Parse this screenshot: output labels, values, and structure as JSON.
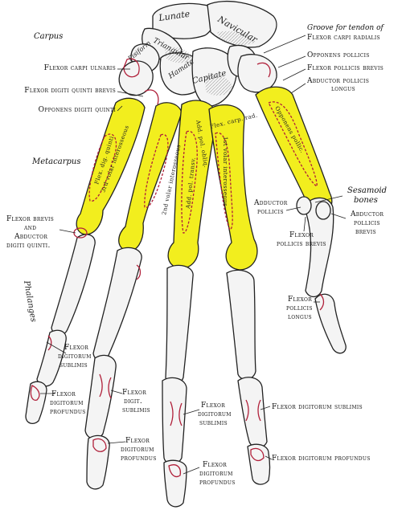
{
  "labels": {
    "carpus": "Carpus",
    "metacarpus": "Metacarpus",
    "phalanges": "Phalanges",
    "lunate": "Lunate",
    "navicular": "Navicular",
    "triangular": "Triangular",
    "pisiform": "Pisiform",
    "hamate": "Hamate",
    "capitate": "Capitate",
    "groove": "Groove for tendon of",
    "flexor_carpi_radialis": "Flexor carpi radialis",
    "opponens_pollicis": "Opponens pollicis",
    "flexor_pollicis_brevis_top": "Flexor pollicis brevis",
    "abductor_pollicis_longus_1": "Abductor pollicis",
    "abductor_pollicis_longus_2": "longus",
    "flexor_carpi_ulnaris": "Flexor carpi ulnaris",
    "flexor_digiti_quinti_brevis": "Flexor digiti quinti brevis",
    "opponens_digiti_quinti": "Opponens digiti quinti",
    "sesamoid_1": "Sesamoid",
    "sesamoid_2": "bones",
    "adductor_pollicis_1": "Adductor",
    "adductor_pollicis_2": "pollicis",
    "abductor_pollicis_brevis_1": "Abductor",
    "abductor_pollicis_brevis_2": "pollicis",
    "abductor_pollicis_brevis_3": "brevis",
    "flexor_pollicis_brevis_mid_1": "Flexor",
    "flexor_pollicis_brevis_mid_2": "pollicis brevis",
    "flexor_brevis_1": "Flexor brevis",
    "flexor_brevis_2": "and",
    "flexor_brevis_3": "Abductor",
    "flexor_brevis_4": "digiti quinti.",
    "flexor_pollicis_longus_1": "Flexor",
    "flexor_pollicis_longus_2": "pollicis",
    "flexor_pollicis_longus_3": "longus",
    "fds_left_1": "Flexor",
    "fds_left_2": "digitorum",
    "fds_left_3": "sublimis",
    "fdp_left_1": "Flexor",
    "fdp_left_2": "digitorum",
    "fdp_left_3": "profundus",
    "fdigit_1": "Flexor",
    "fdigit_2": "digit.",
    "fdigit_3": "sublimis",
    "fds_center_1": "Flexor",
    "fds_center_2": "digitorum",
    "fds_center_3": "sublimis",
    "fds_right": "Flexor digitorum sublimis",
    "fdp_center_1": "Flexor",
    "fdp_center_2": "digitorum",
    "fdp_center_3": "profundus",
    "fdp_bottom_1": "Flexor",
    "fdp_bottom_2": "digitorum",
    "fdp_bottom_3": "profundus",
    "fdp_right": "Flexor digitorum profundus",
    "volar_3rd": "3rd volar interosseous",
    "volar_2nd": "2nd volar interosseous",
    "volar_1st": "1st volar interosseous",
    "add_transv": "Add. pol. transv.",
    "add_obliq": "Add. pol. obliq.",
    "opponens_pollic": "Opponens pollic.",
    "flex_carp_rad": "Flex. carp. rad.",
    "flex_dig_quinti": "Flex. dig. quinti"
  },
  "colors": {
    "metacarpal_fill": "#f2ee1e",
    "bone_fill": "#f4f4f4",
    "outline": "#222222",
    "attachment": "#b0203a"
  }
}
